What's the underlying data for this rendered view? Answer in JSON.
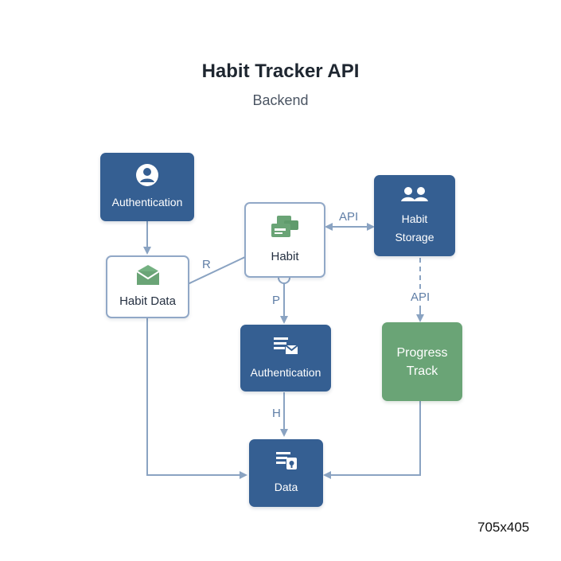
{
  "title": "Habit Tracker API",
  "subtitle": "Backend",
  "nodes": {
    "auth_top": {
      "label": "Authentication",
      "icon": "user-circle-icon"
    },
    "habit_data": {
      "label": "Habit Data",
      "icon": "envelope-icon"
    },
    "habit": {
      "label": "Habit",
      "icon": "habit-stack-icon"
    },
    "habit_storage": {
      "label": "Habit\nStorage",
      "icon": "users-icon"
    },
    "auth_mid": {
      "label": "Authentication",
      "icon": "document-mail-icon"
    },
    "progress_track": {
      "label": "Progress\nTrack"
    },
    "data": {
      "label": "Data",
      "icon": "document-lock-icon"
    }
  },
  "edges": {
    "r_label": "R",
    "api_top_label": "API",
    "p_label": "P",
    "api_right_label": "API",
    "h_label": "H"
  },
  "dimensions_text": "705x405",
  "colors": {
    "dark_node": "#355f92",
    "light_border": "#91a8c7",
    "green_node": "#6aa476",
    "edge": "#8aa3c2",
    "edge_label": "#5f7ea6"
  }
}
